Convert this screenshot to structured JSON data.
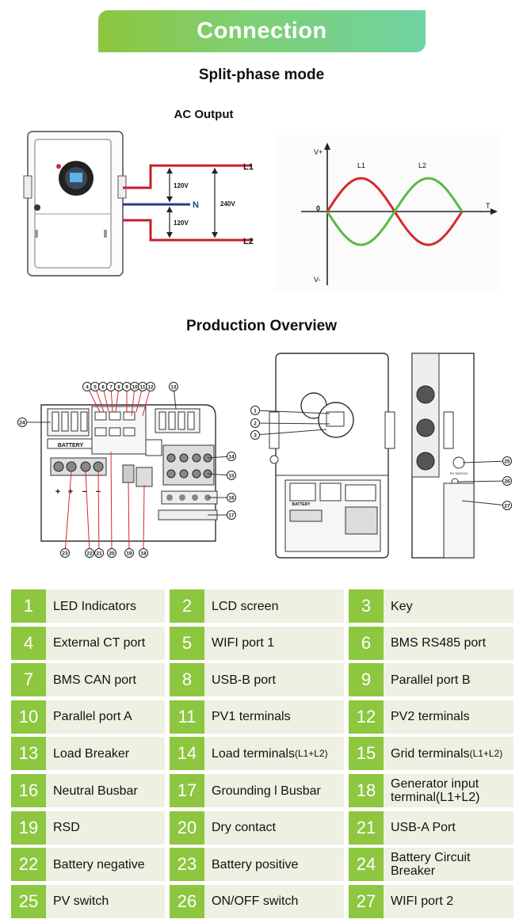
{
  "header": {
    "title": "Connection"
  },
  "split_phase": {
    "heading": "Split-phase mode",
    "ac_output_label": "AC Output",
    "wiring": {
      "l1": "L1",
      "n": "N",
      "l2": "L2",
      "v_top": "120V",
      "v_bottom": "120V",
      "v_total": "240V"
    },
    "waveform": {
      "v_plus": "V+",
      "v_minus": "V-",
      "zero": "0",
      "t_axis": "T",
      "l1_label": "L1",
      "l2_label": "L2",
      "l1_color": "#d7282f",
      "l2_color": "#5bb946"
    }
  },
  "overview": {
    "heading": "Production Overview",
    "callouts": [
      "1",
      "2",
      "3",
      "4",
      "5",
      "6",
      "7",
      "8",
      "9",
      "10",
      "11",
      "12",
      "13",
      "14",
      "15",
      "16",
      "17",
      "18",
      "19",
      "20",
      "21",
      "22",
      "23",
      "24",
      "25",
      "26",
      "27"
    ],
    "battery_label": "BATTERY",
    "battery_label_side": "BATTERY",
    "pv_switch_label": "PV SWITCH",
    "plus": "+",
    "minus": "−"
  },
  "legend": [
    [
      {
        "num": "1",
        "label": "LED Indicators"
      },
      {
        "num": "2",
        "label": "LCD screen"
      },
      {
        "num": "3",
        "label": "Key"
      }
    ],
    [
      {
        "num": "4",
        "label": "External CT port"
      },
      {
        "num": "5",
        "label": "WIFI port 1"
      },
      {
        "num": "6",
        "label": "BMS RS485 port"
      }
    ],
    [
      {
        "num": "7",
        "label": "BMS CAN port"
      },
      {
        "num": "8",
        "label": "USB-B port"
      },
      {
        "num": "9",
        "label": "Parallel port B"
      }
    ],
    [
      {
        "num": "10",
        "label": "Parallel port A"
      },
      {
        "num": "11",
        "label": "PV1 terminals"
      },
      {
        "num": "12",
        "label": "PV2 terminals"
      }
    ],
    [
      {
        "num": "13",
        "label": "Load Breaker"
      },
      {
        "num": "14",
        "label": "Load terminals",
        "suffix": "(L1+L2)"
      },
      {
        "num": "15",
        "label": "Grid terminals",
        "suffix": "(L1+L2)"
      }
    ],
    [
      {
        "num": "16",
        "label": "Neutral Busbar"
      },
      {
        "num": "17",
        "label": "Grounding l Busbar"
      },
      {
        "num": "18",
        "label": "Generator input terminal(L1+L2)"
      }
    ],
    [
      {
        "num": "19",
        "label": "RSD"
      },
      {
        "num": "20",
        "label": "Dry contact"
      },
      {
        "num": "21",
        "label": "USB-A Port"
      }
    ],
    [
      {
        "num": "22",
        "label": "Battery negative"
      },
      {
        "num": "23",
        "label": "Battery positive"
      },
      {
        "num": "24",
        "label": "Battery Circuit Breaker"
      }
    ],
    [
      {
        "num": "25",
        "label": "PV switch"
      },
      {
        "num": "26",
        "label": "ON/OFF switch"
      },
      {
        "num": "27",
        "label": "WIFI port 2"
      }
    ]
  ]
}
